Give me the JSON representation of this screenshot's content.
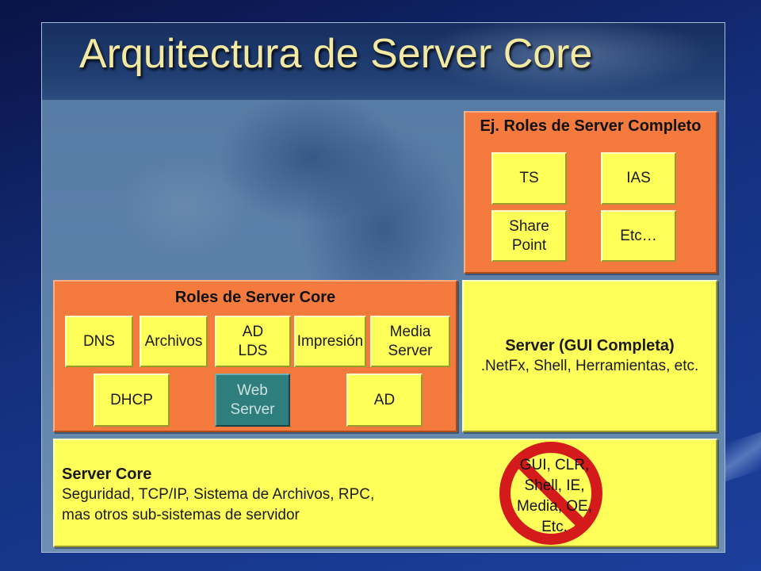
{
  "slide": {
    "title": "Arquitectura de Server Core"
  },
  "full_server_roles": {
    "title": "Ej. Roles de Server Completo",
    "items": [
      "TS",
      "IAS",
      "Share\nPoint",
      "Etc…"
    ]
  },
  "server_core_roles": {
    "title": "Roles de Server Core",
    "items": [
      "DNS",
      "Archivos",
      "AD\nLDS",
      "Impresión",
      "Media\nServer",
      "DHCP",
      "Web\nServer",
      "AD"
    ]
  },
  "server_gui": {
    "title": "Server (GUI Completa)",
    "subtitle": ".NetFx, Shell, Herramientas, etc."
  },
  "server_core": {
    "title": "Server Core",
    "lines": [
      "Seguridad, TCP/IP, Sistema de Archivos, RPC,",
      "mas otros sub-sistemas de servidor"
    ],
    "excluded": {
      "icon": "no-sign",
      "lines": [
        "GUI, CLR,",
        "Shell, IE,",
        "Media, OE,",
        "Etc."
      ]
    }
  },
  "colors": {
    "orange": "#f47a3e",
    "yellow": "#ffff5a",
    "highlight": "#2e7e7e",
    "no_sign": "#d41a1a",
    "title": "#f4e9a2"
  }
}
